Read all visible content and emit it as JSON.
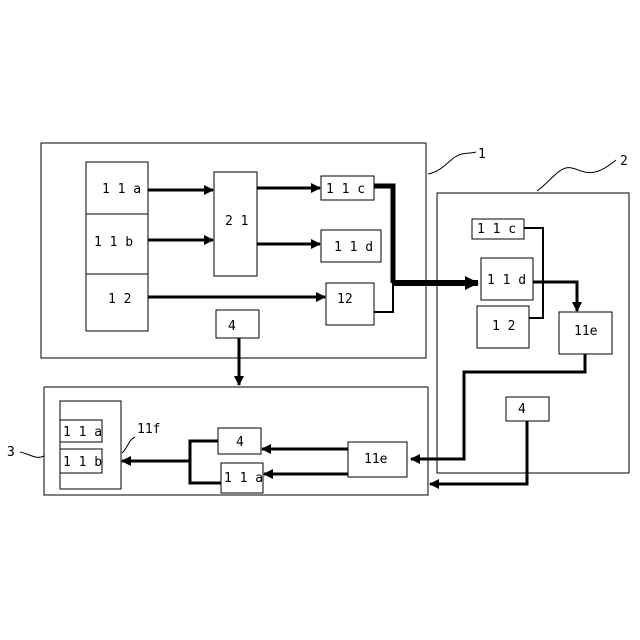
{
  "labels": {
    "callout_1": "1",
    "callout_2": "2",
    "callout_3": "3",
    "p1_11a": "1 1 a",
    "p1_11b": "1 1 b",
    "p1_12": "1 2",
    "p1_21": "2 1",
    "p1_11c": "1 1 c",
    "p1_11d": "1 1 d",
    "p1_12_right": "12",
    "p1_4": "4",
    "p2_11c": "1 1 c",
    "p2_11d": "1 1 d",
    "p2_12": "1 2",
    "p2_11e": "11e",
    "p2_4": "4",
    "p3_11a": "1 1 a",
    "p3_11b": "1 1 b",
    "p3_11f": "11f",
    "p3_4": "4",
    "p3_11a_mid": "1 1 a",
    "p3_11e": "11e"
  }
}
